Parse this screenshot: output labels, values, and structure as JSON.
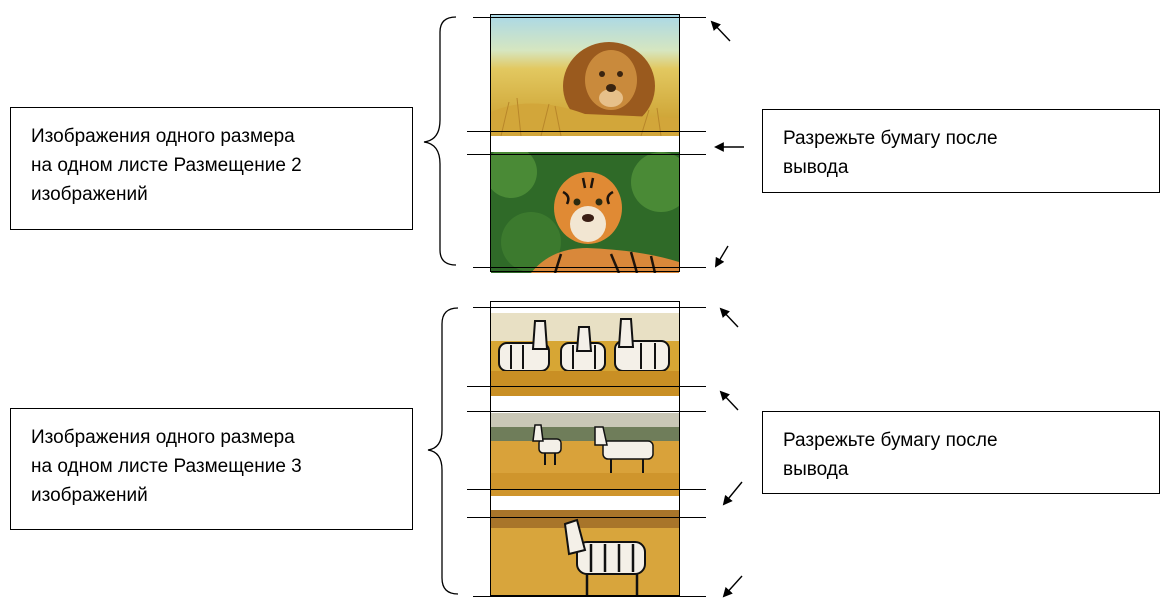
{
  "groups": [
    {
      "label_lines": [
        "Изображения  одного размера",
        "на одном листе Размещение 2",
        "изображений"
      ],
      "note_lines": [
        "Разрежьте  бумагу после",
        "вывода"
      ],
      "images": [
        "lion-photo",
        "tiger-photo"
      ]
    },
    {
      "label_lines": [
        "Изображения  одного размера",
        "на одном листе Размещение 3",
        "изображений"
      ],
      "note_lines": [
        "Разрежьте  бумагу после",
        "вывода"
      ],
      "images": [
        "three-zebras-photo",
        "two-zebras-photo",
        "single-zebra-photo"
      ]
    }
  ]
}
